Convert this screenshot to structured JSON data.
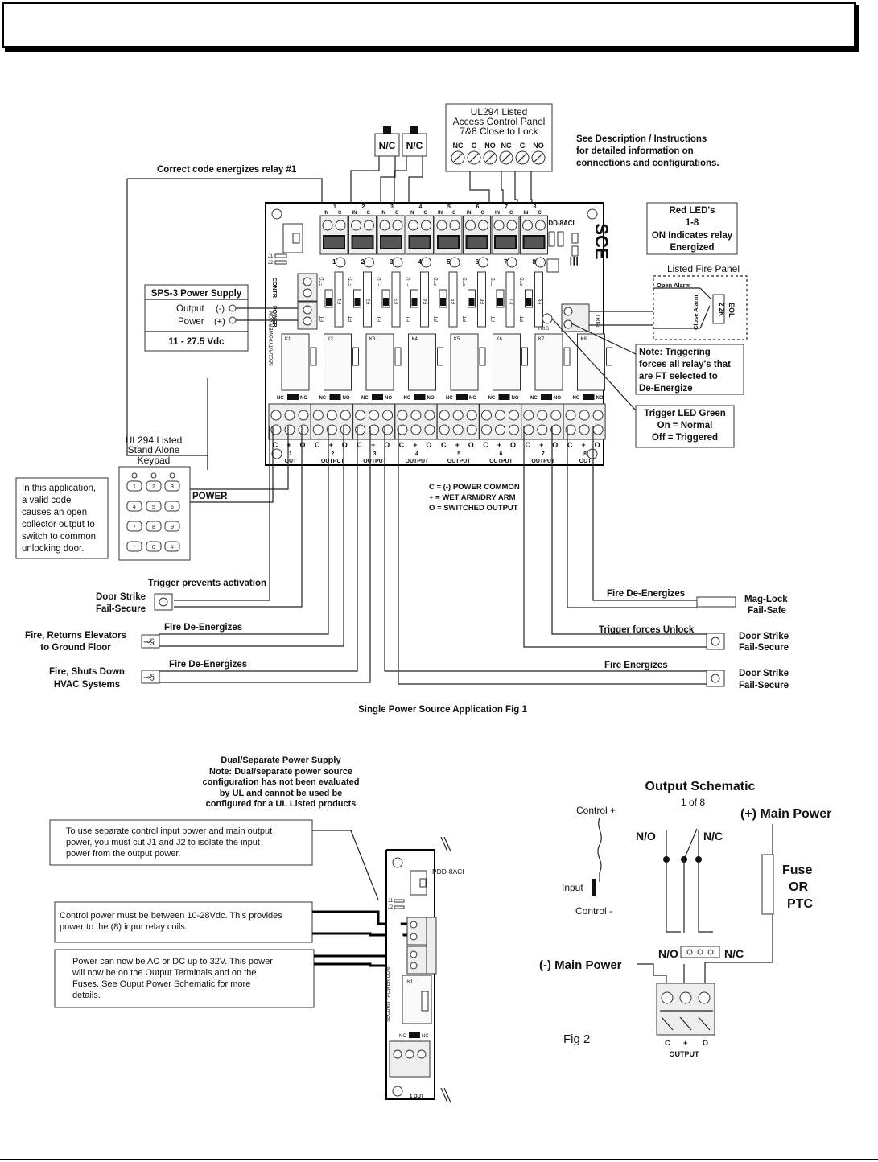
{
  "fig1": {
    "caption": "Single Power Source Application Fig 1",
    "board_label": "PDD-8ACI",
    "website": "SECURITYPOWER.COM",
    "access_panel": {
      "title_lines": [
        "UL294 Listed",
        "Access Control Panel",
        "7&8 Close to Lock"
      ],
      "terminals": [
        "NC",
        "C",
        "NO",
        "NC",
        "C",
        "NO"
      ]
    },
    "nc_buttons": [
      "N/C",
      "N/C"
    ],
    "see_description": [
      "See Description / Instructions",
      "for detailed information on",
      "connections and configurations."
    ],
    "correct_code": "Correct code energizes relay #1",
    "red_leds": [
      "Red LED's",
      "1-8",
      "ON Indicates relay",
      "Energized"
    ],
    "fire_panel": {
      "title": "Listed Fire Panel",
      "open_alarm": "Open Alarm",
      "close_alarm": "Close Alarm",
      "resistor": "2.2K",
      "eol": "EOL"
    },
    "power_supply": {
      "title": "SPS-3 Power Supply",
      "output": "Output",
      "power": "Power",
      "minus": "(-)",
      "plus": "(+)",
      "voltage": "11 - 27.5 Vdc"
    },
    "trigger_note": [
      "Note: Triggering",
      "forces all relay's that",
      "are FT selected to",
      "De-Energize"
    ],
    "trigger_led": [
      "Trigger LED Green",
      "On = Normal",
      "Off = Triggered"
    ],
    "keypad": {
      "title_lines": [
        "UL294 Listed",
        "Stand Alone",
        "Keypad"
      ],
      "keys": [
        "1",
        "2",
        "3",
        "4",
        "5",
        "6",
        "7",
        "8",
        "9",
        "*",
        "0",
        "#"
      ]
    },
    "application_note": [
      "In this application,",
      "a valid code",
      "causes an open",
      "collector output to",
      "switch to common",
      "unlocking door."
    ],
    "power_label": "POWER",
    "legend": [
      "C = (-) POWER COMMON",
      "+ = WET ARM/DRY ARM",
      "O = SWITCHED OUTPUT"
    ],
    "input_top": [
      "IN",
      "C"
    ],
    "input_numbers": [
      "1",
      "2",
      "3",
      "4",
      "5",
      "6",
      "7",
      "8"
    ],
    "fuse_labels": [
      "F1",
      "F2",
      "F3",
      "F4",
      "F5",
      "F6",
      "F7",
      "F8"
    ],
    "relay_labels": [
      "K1",
      "K2",
      "K3",
      "K4",
      "K5",
      "K6",
      "K7",
      "K8"
    ],
    "ftd": "FTD",
    "ft": "FT",
    "trig": "TRIG",
    "nc_no": [
      "NC",
      "NO"
    ],
    "contr": "CONTR",
    "power_side": "POWER",
    "out_cpo": [
      "C",
      "+",
      "O"
    ],
    "outputs": [
      "1 OUT",
      "2 OUTPUT",
      "3 OUTPUT",
      "4 OUTPUT",
      "5 OUTPUT",
      "6 OUTPUT",
      "7 OUTPUT",
      "8 OUT"
    ],
    "left_devices": [
      {
        "text": "Trigger prevents activation"
      },
      {
        "text": "Door Strike Fail-Secure"
      },
      {
        "text": "Fire De-Energizes"
      },
      {
        "text": "Fire, Returns Elevators to Ground Floor"
      },
      {
        "text": "Fire De-Energizes"
      },
      {
        "text": "Fire, Shuts Down HVAC Systems"
      }
    ],
    "right_devices": [
      {
        "text": "Fire De-Energizes"
      },
      {
        "text": "Mag-Lock Fail-Safe"
      },
      {
        "text": "Trigger forces Unlock"
      },
      {
        "text": "Door Strike Fail-Secure"
      },
      {
        "text": "Fire Energizes"
      },
      {
        "text": "Door Strike Fail-Secure"
      }
    ]
  },
  "fig2": {
    "dual_title": [
      "Dual/Separate Power Supply",
      "Note: Dual/separate power source",
      "configuration has not been evaluated",
      "by UL and cannot be used be",
      "configured for a UL Listed products"
    ],
    "note1": [
      "To use separate control input power and main output",
      "power, you must cut J1 and J2 to isolate the input",
      "power from the output power."
    ],
    "note2": [
      "Control power must be between 10-28Vdc.  This provides",
      "power to the (8) input relay coils."
    ],
    "note3": [
      "Power can now be AC or DC up to 32V.  This power",
      "will now be on the Output Terminals and on the",
      "Fuses.  See Ouput Power Schematic for more",
      "details."
    ],
    "board_label": "PDD-8ACI",
    "schematic_title": "Output Schematic",
    "schematic_sub": "1 of 8",
    "control_plus": "Control +",
    "control_minus": "Control -",
    "input": "Input",
    "no": "N/O",
    "nc": "N/C",
    "main_power_plus": "(+) Main Power",
    "main_power_minus": "(-) Main Power",
    "fuse": [
      "Fuse",
      "OR",
      "PTC"
    ],
    "caption": "Fig 2",
    "output_terms": [
      "C",
      "+",
      "O"
    ],
    "output_label": "OUTPUT",
    "j_labels": [
      "J1",
      "J2"
    ],
    "relay": "K1",
    "out_one": "1 OUT"
  }
}
